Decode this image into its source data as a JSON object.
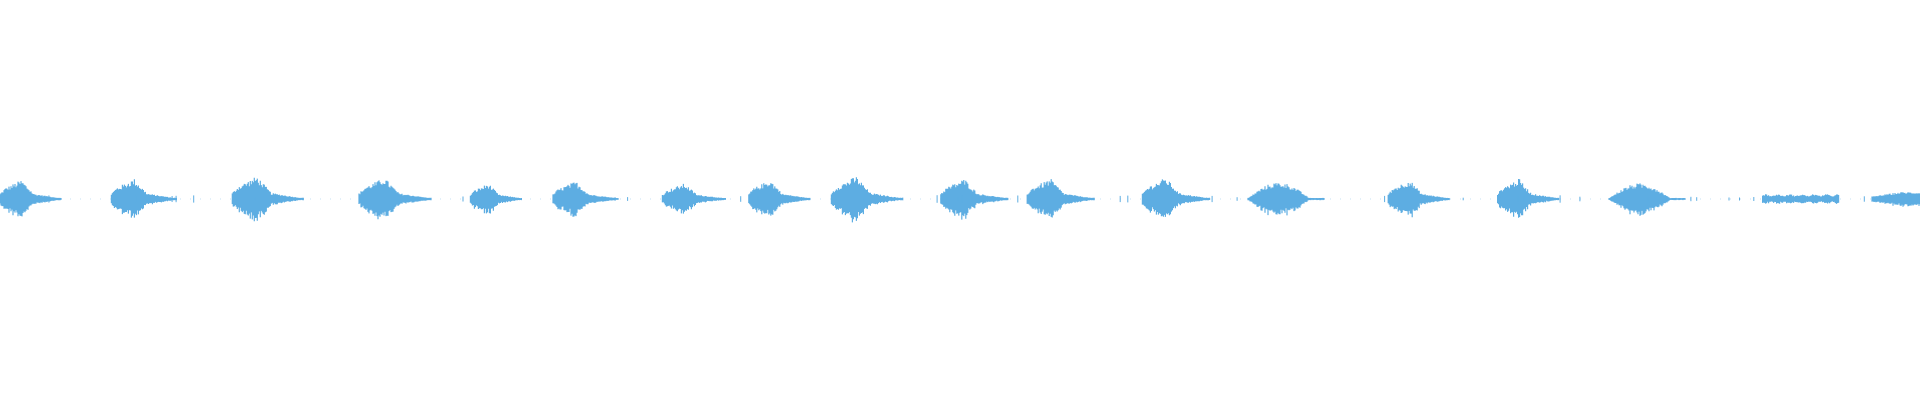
{
  "waveform": {
    "color": "#5DADE2",
    "background": "#FFFFFF",
    "amplitude_profile": [
      {
        "start": 0.0,
        "end": 0.032,
        "peak": 0.52,
        "shape": "burst"
      },
      {
        "start": 0.058,
        "end": 0.092,
        "peak": 0.55,
        "shape": "burst"
      },
      {
        "start": 0.121,
        "end": 0.158,
        "peak": 0.62,
        "shape": "burst"
      },
      {
        "start": 0.187,
        "end": 0.225,
        "peak": 0.58,
        "shape": "burst"
      },
      {
        "start": 0.245,
        "end": 0.272,
        "peak": 0.42,
        "shape": "burst"
      },
      {
        "start": 0.288,
        "end": 0.322,
        "peak": 0.48,
        "shape": "burst"
      },
      {
        "start": 0.345,
        "end": 0.378,
        "peak": 0.42,
        "shape": "burst"
      },
      {
        "start": 0.39,
        "end": 0.422,
        "peak": 0.52,
        "shape": "burst"
      },
      {
        "start": 0.433,
        "end": 0.47,
        "peak": 0.62,
        "shape": "burst"
      },
      {
        "start": 0.49,
        "end": 0.525,
        "peak": 0.55,
        "shape": "burst"
      },
      {
        "start": 0.535,
        "end": 0.57,
        "peak": 0.55,
        "shape": "burst"
      },
      {
        "start": 0.595,
        "end": 0.63,
        "peak": 0.58,
        "shape": "burst"
      },
      {
        "start": 0.65,
        "end": 0.69,
        "peak": 0.45,
        "shape": "lens"
      },
      {
        "start": 0.723,
        "end": 0.755,
        "peak": 0.52,
        "shape": "burst"
      },
      {
        "start": 0.78,
        "end": 0.812,
        "peak": 0.55,
        "shape": "burst"
      },
      {
        "start": 0.838,
        "end": 0.878,
        "peak": 0.42,
        "shape": "lens"
      },
      {
        "start": 0.918,
        "end": 0.958,
        "peak": 0.12,
        "shape": "flat"
      },
      {
        "start": 0.975,
        "end": 1.0,
        "peak": 0.18,
        "shape": "ramp"
      }
    ]
  }
}
